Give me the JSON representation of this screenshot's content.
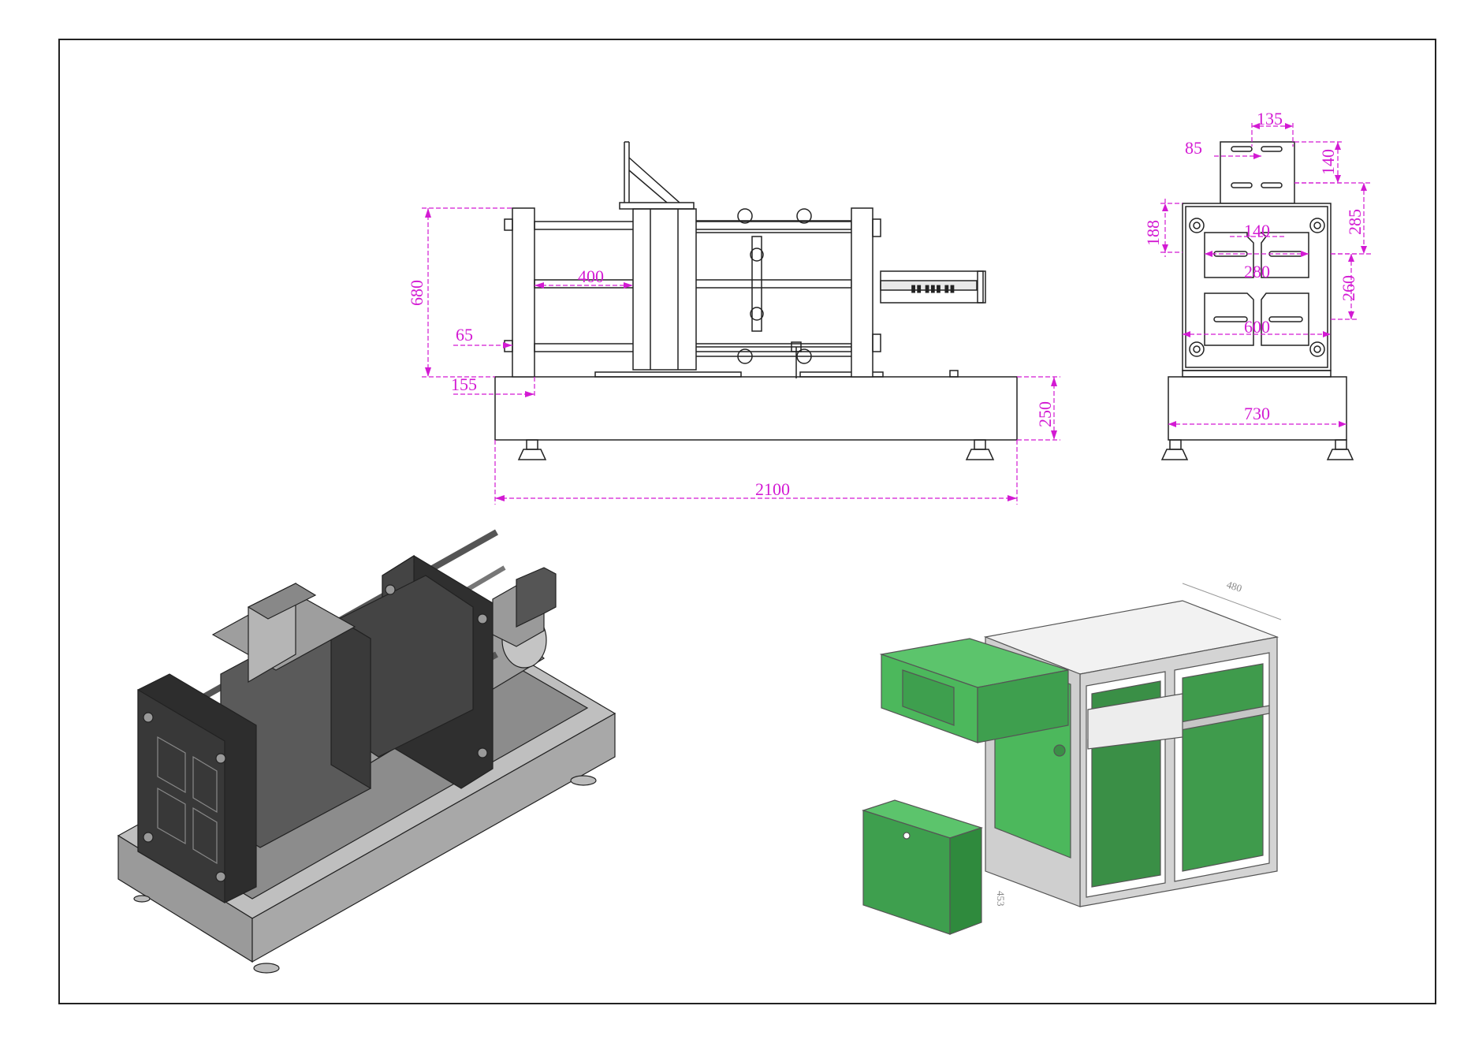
{
  "colors": {
    "dimension": "#d31ad3",
    "line": "#222222",
    "frame_green": "#4cb85c",
    "frame_green_dark": "#2f8a3d",
    "steel_light": "#c9c9c9",
    "steel_dark": "#3a3a3a",
    "base_gray": "#a8a8a8"
  },
  "front_view": {
    "dims": {
      "height_680": "680",
      "span_400": "400",
      "offset_65": "65",
      "offset_155": "155",
      "base_height_250": "250",
      "length_2100": "2100"
    }
  },
  "side_view": {
    "dims": {
      "top_135": "135",
      "top_85": "85",
      "top_140": "140",
      "side_188": "188",
      "side_285": "285",
      "inner_140": "140",
      "inner_280": "280",
      "side_260": "260",
      "inner_600": "600",
      "base_730": "730"
    }
  },
  "frame_view": {
    "dims": {
      "top_length": "480",
      "side_height": "453"
    }
  }
}
